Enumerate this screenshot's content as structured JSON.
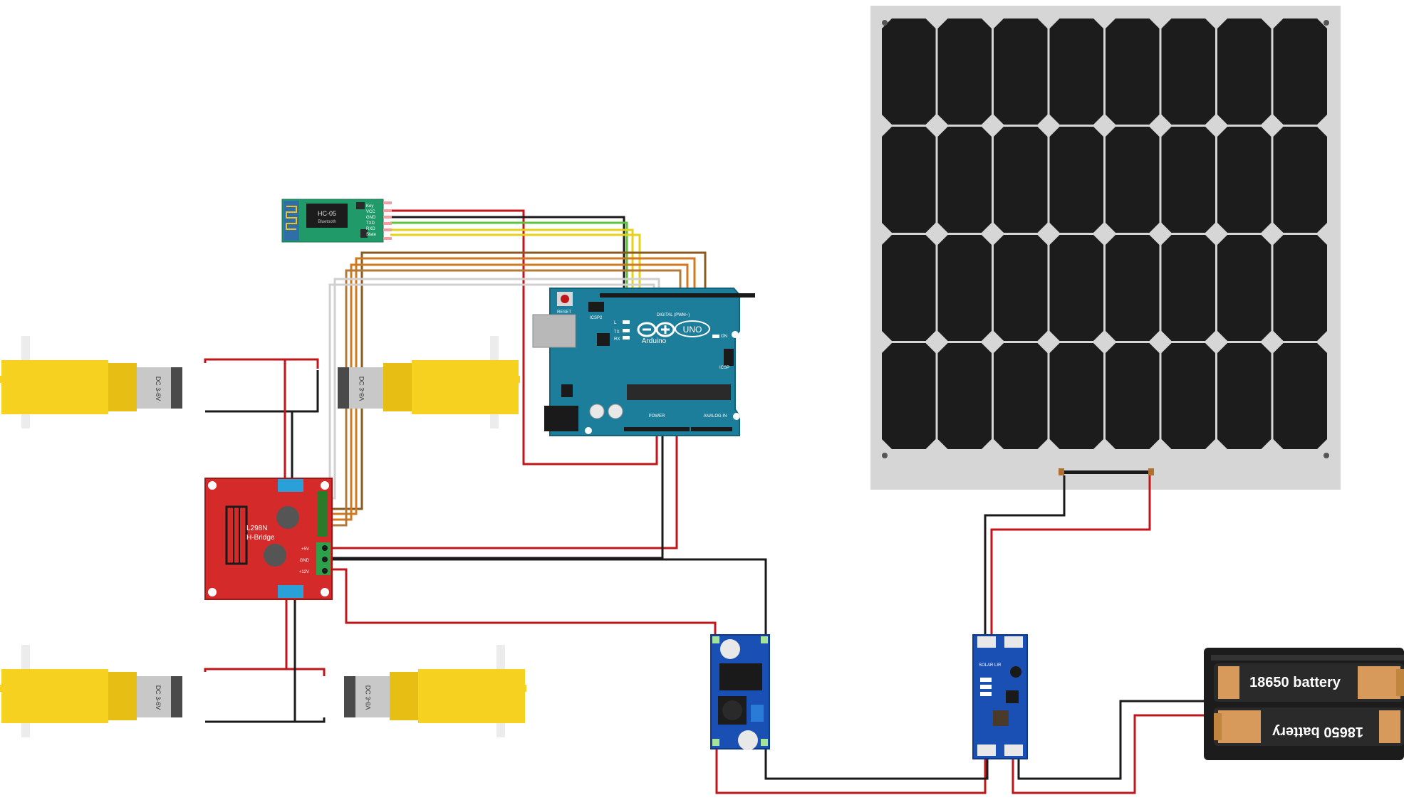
{
  "bluetooth": {
    "name": "HC-05",
    "sub": "Bluetooth",
    "pins": [
      "Key",
      "VCC",
      "GND",
      "TXD",
      "RXD",
      "State"
    ]
  },
  "arduino": {
    "brand": "Arduino",
    "model": "UNO",
    "reset": "RESET",
    "icsp": "ICSP",
    "icsp2": "ICSP2",
    "tx": "TX",
    "rx": "RX",
    "l": "L",
    "on": "ON",
    "digital": "DIGITAL (PWM~)",
    "power": "POWER",
    "analog": "ANALOG IN"
  },
  "hbridge": {
    "line1": "L298N",
    "line2": "H-Bridge",
    "pins": [
      "+5V",
      "GND",
      "+12V"
    ]
  },
  "motors": {
    "label": "DC 3-6V"
  },
  "solar_board": {
    "label": "SOLAR LIR"
  },
  "battery": {
    "cell1": "18650 battery",
    "cell2": "18650 battery"
  },
  "colors": {
    "wire_red": "#c0161b",
    "wire_black": "#1a1a1a",
    "wire_yellow": "#e6d21a",
    "wire_green": "#5cc43a",
    "wire_orange": "#d2781e",
    "wire_brown": "#8a5a1e",
    "wire_white": "#d0d0d0",
    "arduino_teal": "#1d7e9b",
    "hbridge_red": "#d42a2a",
    "hc05_green": "#1f9a68",
    "motor_yellow": "#f7d11f",
    "module_blue": "#1a4fb4",
    "solar_cell": "#1c1c1c",
    "solar_frame": "#d6d6d6"
  }
}
